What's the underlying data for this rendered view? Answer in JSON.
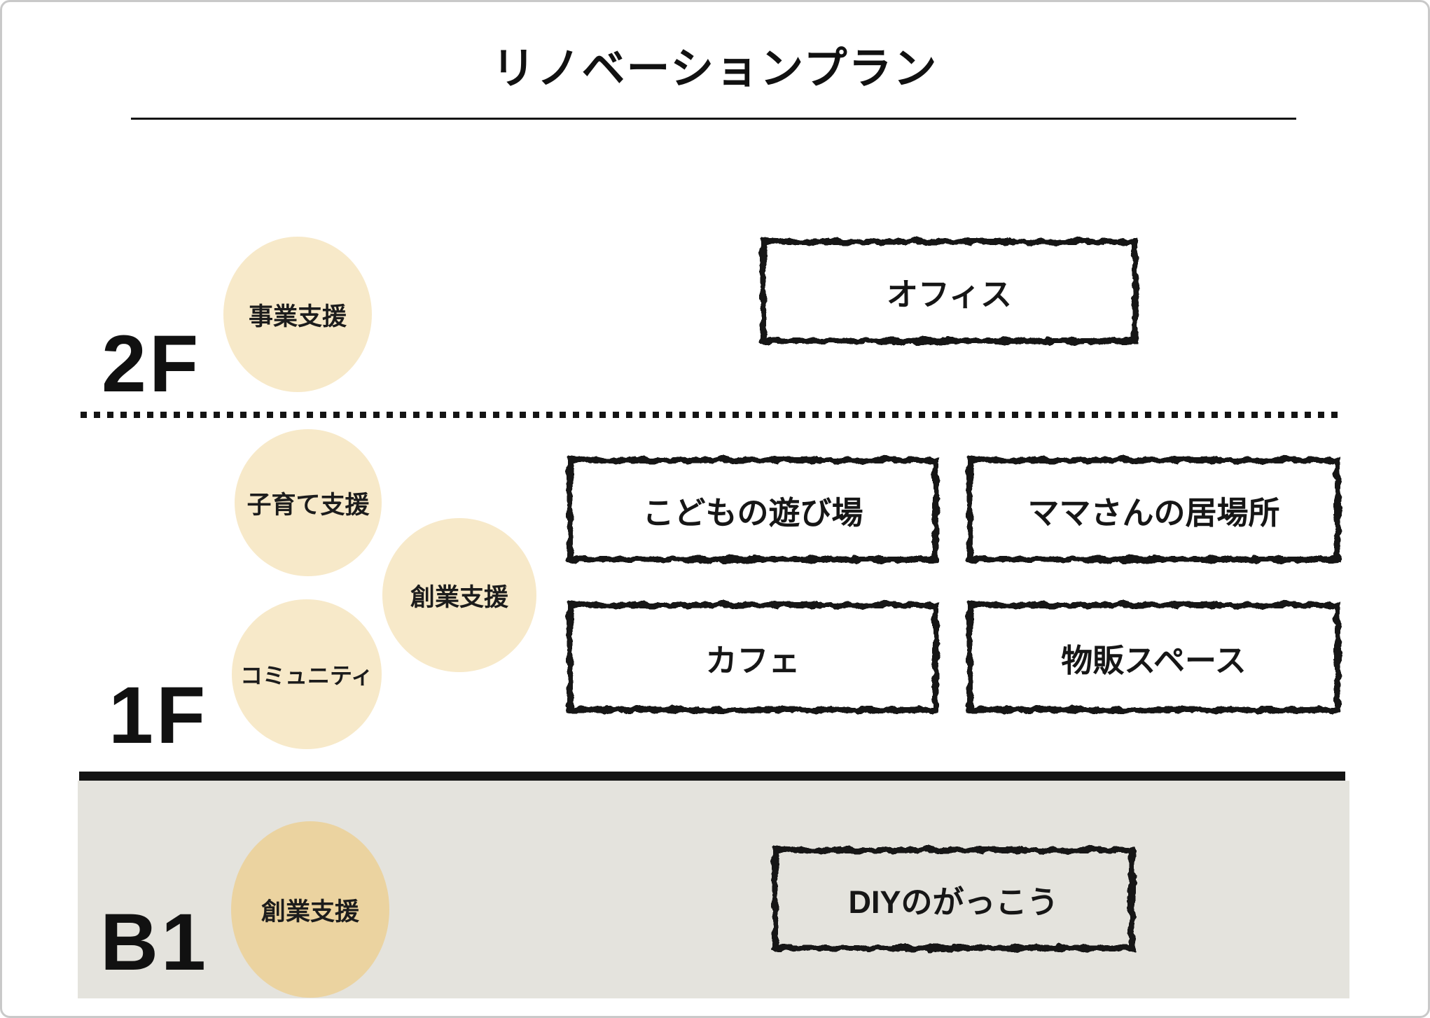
{
  "title": "リノベーションプラン",
  "floors": [
    {
      "label": "2F",
      "circles": [
        {
          "label": "事業支援"
        }
      ],
      "rooms": [
        {
          "label": "オフィス"
        }
      ]
    },
    {
      "label": "1F",
      "circles": [
        {
          "label": "子育て支援"
        },
        {
          "label": "創業支援"
        },
        {
          "label": "コミュニティ"
        }
      ],
      "rooms": [
        {
          "label": "こどもの遊び場"
        },
        {
          "label": "ママさんの居場所"
        },
        {
          "label": "カフェ"
        },
        {
          "label": "物販スペース"
        }
      ]
    },
    {
      "label": "B1",
      "circles": [
        {
          "label": "創業支援"
        }
      ],
      "rooms": [
        {
          "label": "DIYのがっこう"
        }
      ]
    }
  ],
  "colors": {
    "floor_circle": "#F7E9C9",
    "basement_circle": "#EBD3A0",
    "basement_background": "#E4E3DD",
    "line_black": "#141414",
    "frame_border": "#C9C9C9"
  }
}
